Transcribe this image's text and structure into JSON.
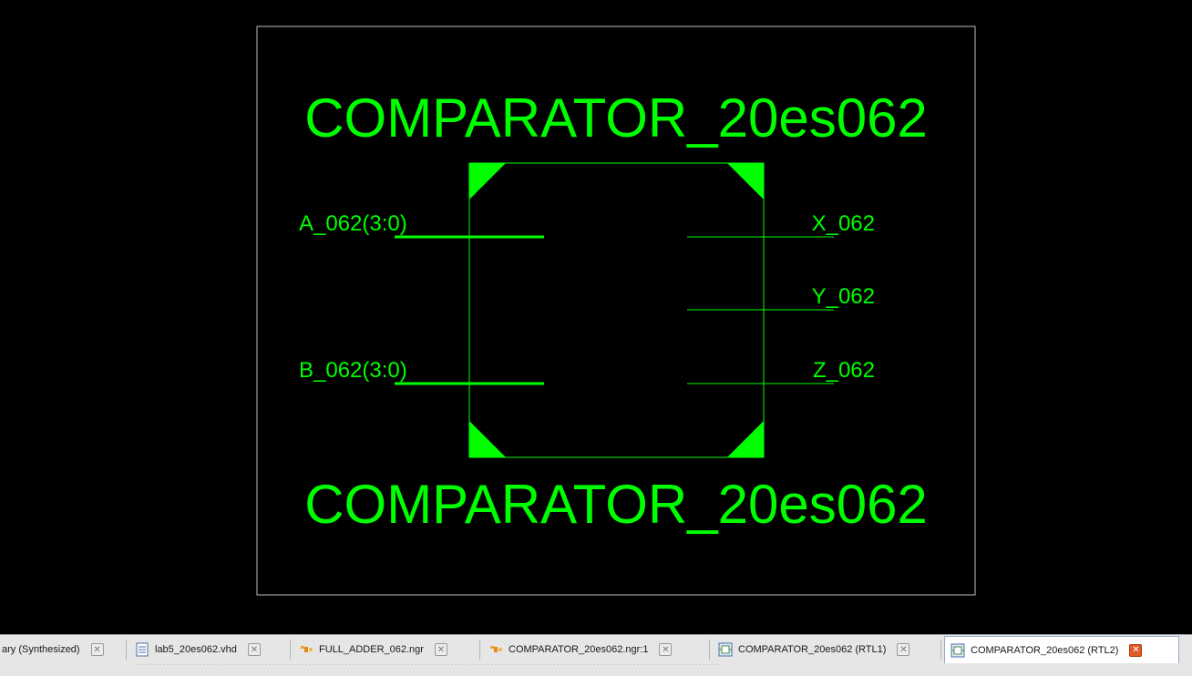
{
  "schematic": {
    "title_top": "COMPARATOR_20es062",
    "title_bottom": "COMPARATOR_20es062",
    "inputs": [
      "A_062(3:0)",
      "B_062(3:0)"
    ],
    "outputs": [
      "X_062",
      "Y_062",
      "Z_062"
    ],
    "colors": {
      "background": "#000000",
      "symbol": "#00ff00",
      "frame": "#bfbfbf"
    }
  },
  "tabs": [
    {
      "label": "ary (Synthesized)",
      "icon": "none",
      "active": false
    },
    {
      "label": "lab5_20es062.vhd",
      "icon": "document-icon",
      "active": false
    },
    {
      "label": "FULL_ADDER_062.ngr",
      "icon": "ngr-view-icon",
      "active": false
    },
    {
      "label": "COMPARATOR_20es062.ngr:1",
      "icon": "ngr-view-icon",
      "active": false
    },
    {
      "label": "COMPARATOR_20es062 (RTL1)",
      "icon": "rtl-schematic-icon",
      "active": false
    },
    {
      "label": "COMPARATOR_20es062 (RTL2)",
      "icon": "rtl-schematic-icon",
      "active": true
    }
  ]
}
